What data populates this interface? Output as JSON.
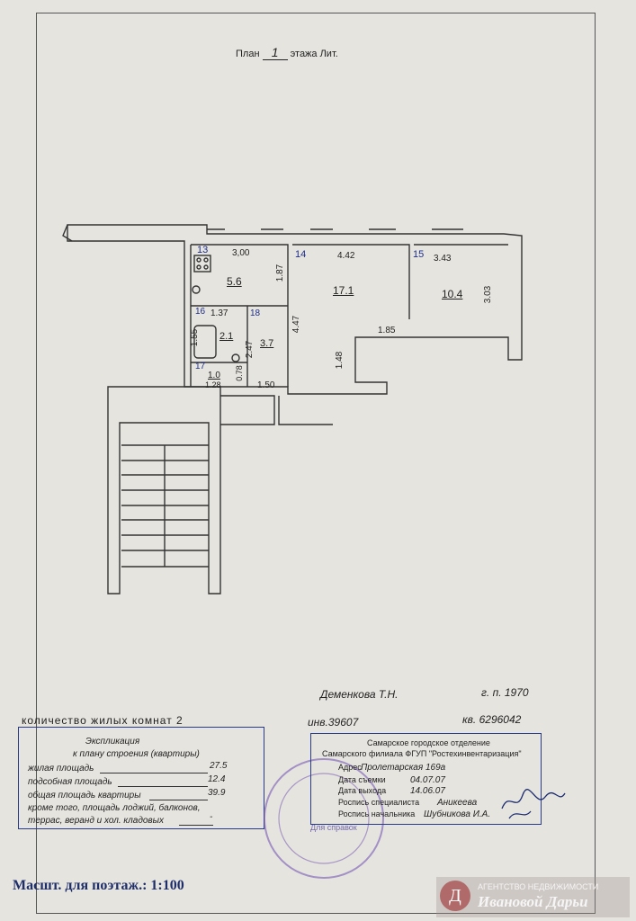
{
  "plan_title": {
    "prefix": "План",
    "floor": "1",
    "suffix": "этажа Лит."
  },
  "rooms": [
    {
      "num": "13",
      "area": "5.6"
    },
    {
      "num": "14",
      "area": "17.1"
    },
    {
      "num": "15",
      "area": "10.4"
    },
    {
      "num": "16",
      "area": "2.1"
    },
    {
      "num": "17",
      "area": "1.0"
    },
    {
      "num": "18",
      "area": "3.7"
    }
  ],
  "dimensions": [
    "3,00",
    "1.87",
    "4.42",
    "3.43",
    "3.03",
    "4.47",
    "1.85",
    "1.48",
    "1.37",
    "1.55",
    "2.47",
    "0.78",
    "1.28",
    "1.50"
  ],
  "owner": "Деменкова Т.Н.",
  "year": "г. п. 1970",
  "inv": "инв.39607",
  "kv": "кв. 6296042",
  "rooms_count": "количество жилых комнат 2",
  "explication": {
    "title": "Экспликация",
    "subtitle": "к плану строения (квартиры)",
    "living_label": "жилая площадь",
    "living_value": "27.5",
    "aux_label": "подсобная площадь",
    "aux_value": "12.4",
    "total_label": "общая площадь квартиры",
    "total_value": "39.9",
    "extra_label": "кроме того, площадь лоджий, балконов,",
    "extra_label2": "террас, веранд и хол. кладовых",
    "extra_value": "-"
  },
  "stamp": {
    "org1": "Самарское городское отделение",
    "org2": "Самарского филиала ФГУП \"Ростехинвентаризация\"",
    "address_label": "Адрес",
    "address_value": "Пролетарская 169а",
    "date_label": "Дата съемки",
    "date_value": "04.07.07",
    "issue_label": "Дата выхода",
    "issue_value": "14.06.07",
    "tech_label": "Роспись специалиста",
    "tech_value": "Аникеева",
    "chief_label": "Роспись начальника",
    "chief_value": "Шубникова И.А."
  },
  "seal_text": "Для справок",
  "scale": "Масшт. для поэтаж.: 1:100",
  "watermark": {
    "line1": "АГЕНТСТВО НЕДВИЖИМОСТИ",
    "line2": "Ивановой Дарьи"
  }
}
